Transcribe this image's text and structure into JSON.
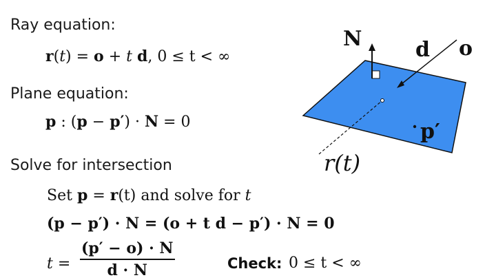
{
  "ray": {
    "heading": "Ray equation:",
    "lhs": "r",
    "arg": "t",
    "eq": " = ",
    "origin": "o",
    "plus": " + ",
    "t": "t",
    "dir": "d",
    "range": ",  0 ≤ t < ∞"
  },
  "plane": {
    "heading": "Plane equation:",
    "p": "p",
    "colon": " : (",
    "p2": "p",
    "minus": " − ",
    "pprime": "p′",
    "dot": ") · ",
    "N": "N",
    "tail": " = 0"
  },
  "solve": {
    "heading": "Solve for intersection",
    "line1_a": "Set ",
    "line1_p": "p",
    "line1_eq": " = ",
    "line1_r": "r",
    "line1_b": "(t) and solve for ",
    "line1_t": "t",
    "line2": "(p − p′) · N = (o + t d − p′) · N = 0",
    "t_lhs": "t =",
    "numerator": "(p′ − o) · N",
    "denominator": "d · N",
    "check_label": "Check:",
    "check_expr": "0 ≤ t < ∞"
  },
  "diagram": {
    "normal_label": "N",
    "dir_label": "d",
    "origin_label": "o",
    "point_label": "p′",
    "ray_label": "r(t)",
    "plane_color": "#3d8ef0",
    "stroke_color": "#111111"
  }
}
